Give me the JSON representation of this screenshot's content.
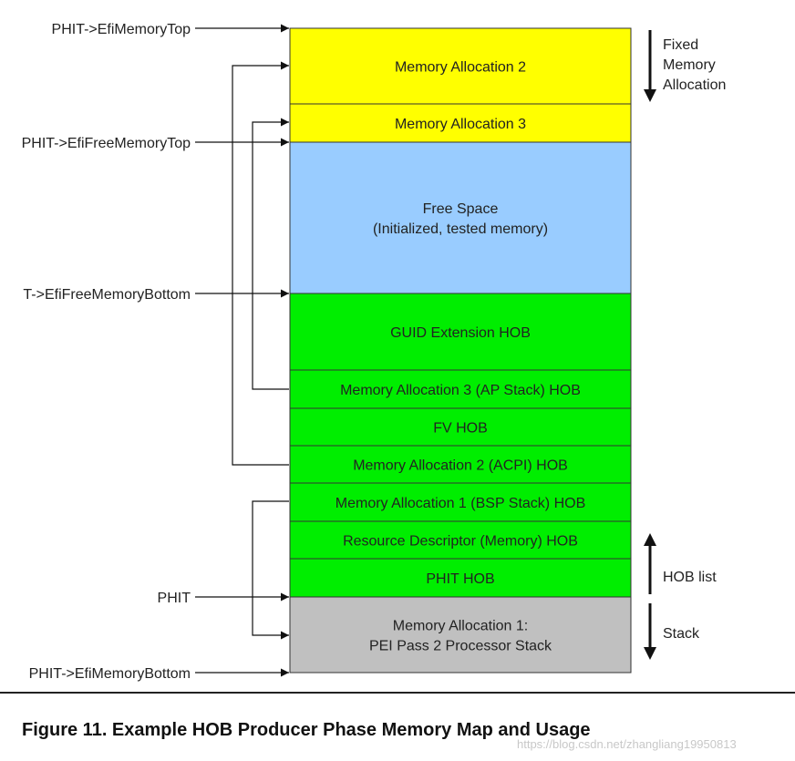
{
  "blocks": [
    {
      "lines": [
        "Memory Allocation 2"
      ],
      "color": "#ffff00"
    },
    {
      "lines": [
        "Memory Allocation 3"
      ],
      "color": "#ffff00"
    },
    {
      "lines": [
        "Free Space",
        "(Initialized, tested memory)"
      ],
      "color": "#99ccff"
    },
    {
      "lines": [
        "GUID Extension HOB"
      ],
      "color": "#00ee00"
    },
    {
      "lines": [
        "Memory Allocation 3 (AP Stack) HOB"
      ],
      "color": "#00ee00"
    },
    {
      "lines": [
        "FV HOB"
      ],
      "color": "#00ee00"
    },
    {
      "lines": [
        "Memory Allocation 2 (ACPI) HOB"
      ],
      "color": "#00ee00"
    },
    {
      "lines": [
        "Memory Allocation 1 (BSP Stack) HOB"
      ],
      "color": "#00ee00"
    },
    {
      "lines": [
        "Resource Descriptor (Memory) HOB"
      ],
      "color": "#00ee00"
    },
    {
      "lines": [
        "PHIT HOB"
      ],
      "color": "#00ee00"
    },
    {
      "lines": [
        "Memory Allocation 1:",
        "PEI Pass 2 Processor Stack"
      ],
      "color": "#c0c0c0"
    }
  ],
  "pointers": [
    "PHIT->EfiMemoryTop",
    "PHIT->EfiFreeMemoryTop",
    "T->EfiFreeMemoryBottom",
    "PHIT",
    "PHIT->EfiMemoryBottom"
  ],
  "side_labels": {
    "fixed": [
      "Fixed",
      "Memory",
      "Allocation"
    ],
    "hob_list": "HOB list",
    "stack": "Stack"
  },
  "caption": "Figure 11.  Example HOB Producer Phase Memory Map and Usage",
  "watermark": "https://blog.csdn.net/zhangliang19950813"
}
